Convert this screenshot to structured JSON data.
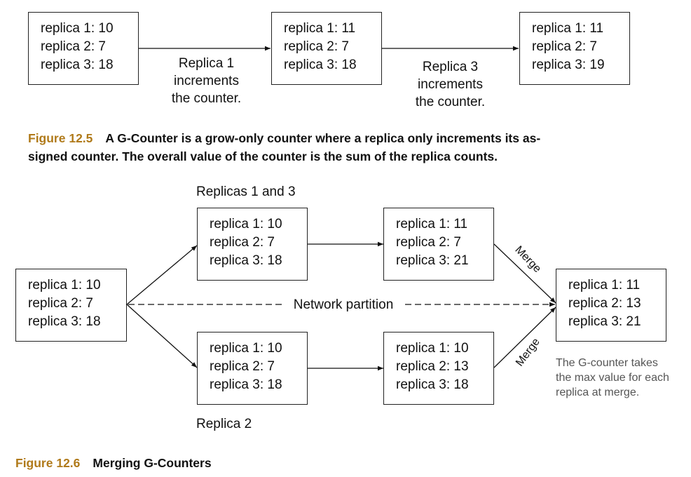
{
  "fig5": {
    "boxes": [
      {
        "lines": [
          "replica 1: 10",
          "replica 2: 7",
          "replica 3: 18"
        ]
      },
      {
        "lines": [
          "replica 1: 11",
          "replica 2: 7",
          "replica 3: 18"
        ]
      },
      {
        "lines": [
          "replica 1: 11",
          "replica 2: 7",
          "replica 3: 19"
        ]
      }
    ],
    "labels": [
      "Replica 1\nincrements\nthe counter.",
      "Replica 3\nincrements\nthe counter."
    ],
    "caption": {
      "number": "Figure 12.5",
      "line1": "A G-Counter is a grow-only counter where a replica only increments its as-",
      "line2": "signed counter. The overall value of the counter is the sum of the replica counts."
    }
  },
  "fig6": {
    "boxes": {
      "initial": {
        "lines": [
          "replica 1: 10",
          "replica 2: 7",
          "replica 3: 18"
        ]
      },
      "top_a": {
        "lines": [
          "replica 1: 10",
          "replica 2: 7",
          "replica 3: 18"
        ]
      },
      "top_b": {
        "lines": [
          "replica 1: 11",
          "replica 2: 7",
          "replica 3: 21"
        ]
      },
      "bottom_a": {
        "lines": [
          "replica 1: 10",
          "replica 2: 7",
          "replica 3: 18"
        ]
      },
      "bottom_b": {
        "lines": [
          "replica 1: 10",
          "replica 2: 13",
          "replica 3: 18"
        ]
      },
      "merged": {
        "lines": [
          "replica 1: 11",
          "replica 2: 13",
          "replica 3: 21"
        ]
      }
    },
    "top_label": "Replicas 1 and 3",
    "bottom_label": "Replica 2",
    "partition_label": "Network partition",
    "merge_label": "Merge",
    "note": "The G-counter takes\nthe max value for each\nreplica at merge.",
    "caption": {
      "number": "Figure 12.6",
      "text": "Merging G-Counters"
    }
  }
}
